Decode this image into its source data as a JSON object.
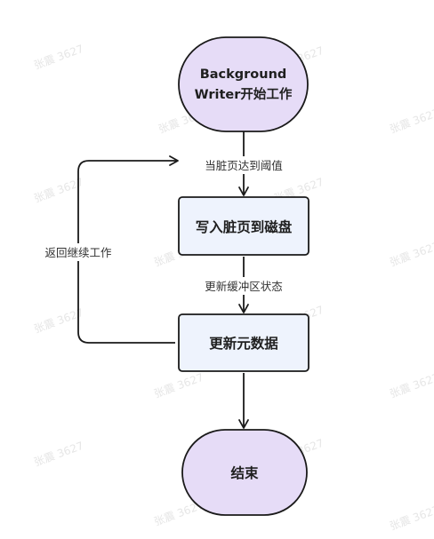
{
  "watermark": "张震 3627",
  "nodes": {
    "start": {
      "line1": "Background",
      "line2": "Writer开始工作"
    },
    "write": {
      "label": "写入脏页到磁盘"
    },
    "update": {
      "label": "更新元数据"
    },
    "end": {
      "label": "结束"
    }
  },
  "edges": {
    "threshold": "当脏页达到阈值",
    "update_buffer": "更新缓冲区状态",
    "loop_back": "返回继续工作"
  },
  "colors": {
    "ellipse_fill": "#e6dcf7",
    "box_fill": "#eef3fd",
    "stroke": "#1a1a1a"
  }
}
